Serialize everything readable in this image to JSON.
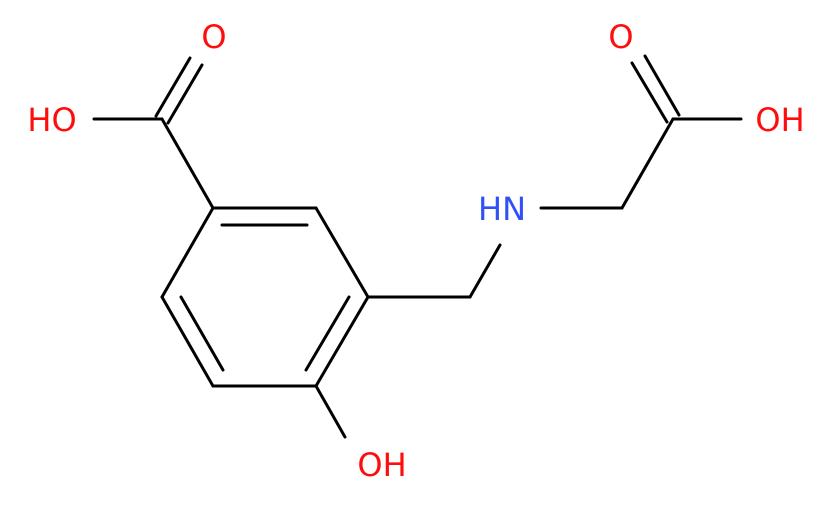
{
  "colors": {
    "bond": "#000000",
    "oxygen": "#ff0d0d",
    "nitrogen": "#3050f8"
  },
  "atoms": {
    "o_carbonyl_left": "O",
    "oh_acid_left": "HO",
    "o_carbonyl_right": "O",
    "oh_acid_right": "OH",
    "nh_amine": "HN",
    "oh_phenol": "OH"
  }
}
